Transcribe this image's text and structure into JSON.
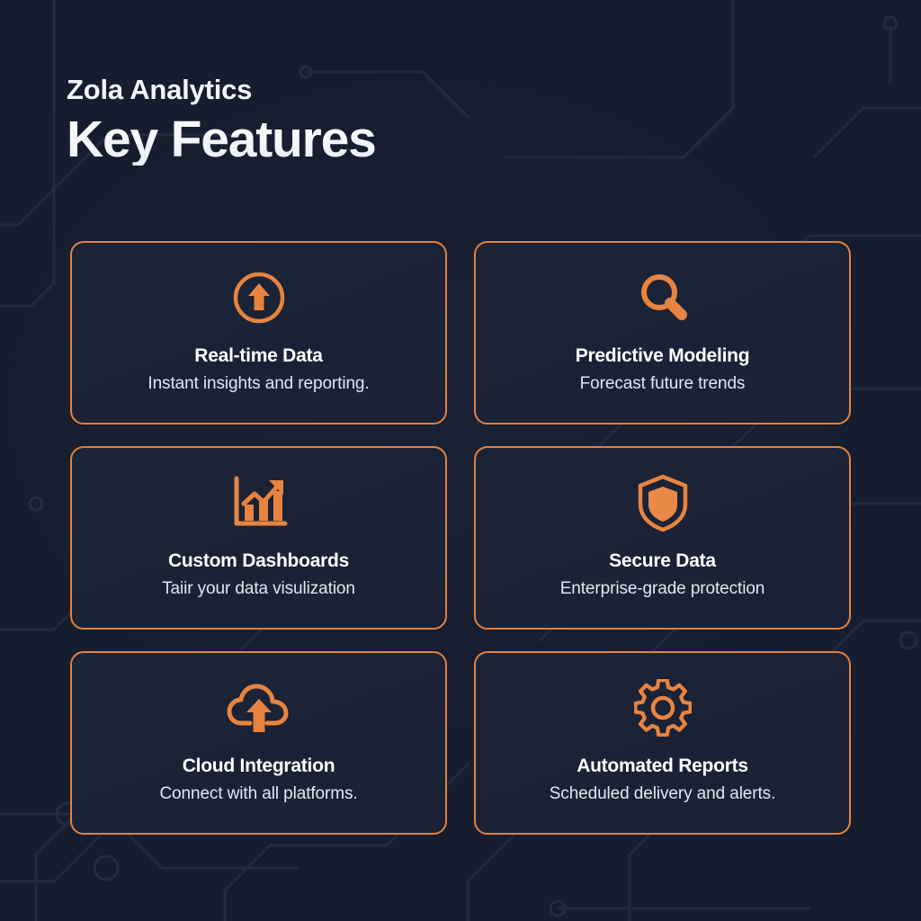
{
  "theme": {
    "background_color": "#161d2e",
    "card_background_color": "#1b2236",
    "accent_color": "#e2823f",
    "title_color": "#ffffff",
    "description_color": "#e2e7f0",
    "circuit_trace_color": "#212b40"
  },
  "header": {
    "brand": "Zola Analytics",
    "title": "Key Features"
  },
  "cards": [
    {
      "icon": "arrow-up-circle-icon",
      "title": "Real-time Data",
      "description": "Instant insights and reporting."
    },
    {
      "icon": "magnifier-icon",
      "title": "Predictive Modeling",
      "description": "Forecast future trends"
    },
    {
      "icon": "bar-chart-trend-icon",
      "title": "Custom Dashboards",
      "description": "Taiir your data visulization"
    },
    {
      "icon": "shield-icon",
      "title": "Secure Data",
      "description": "Enterprise-grade protection"
    },
    {
      "icon": "cloud-upload-icon",
      "title": "Cloud Integration",
      "description": "Connect with all platforms."
    },
    {
      "icon": "gear-icon",
      "title": "Automated Reports",
      "description": "Scheduled delivery and alerts."
    }
  ]
}
